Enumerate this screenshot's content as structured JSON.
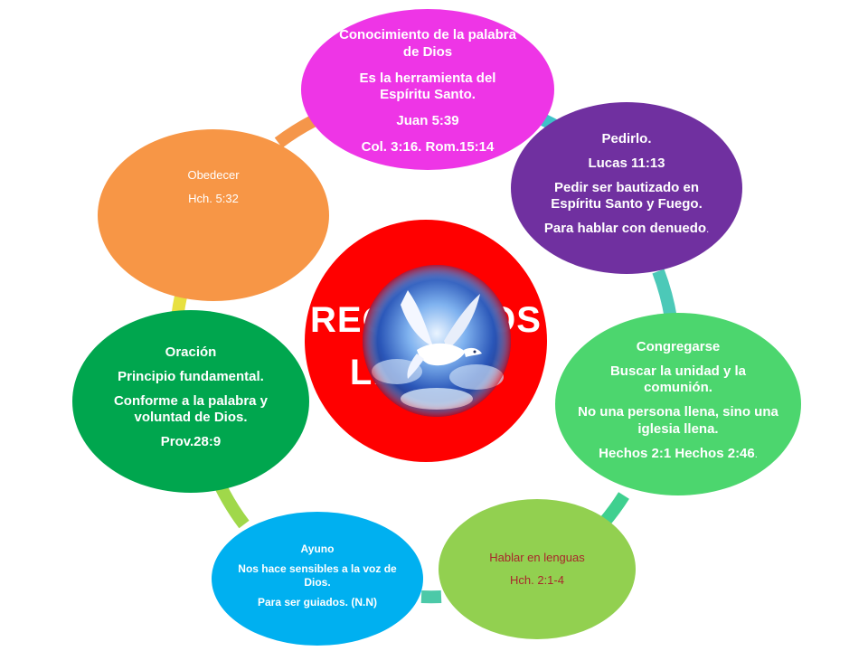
{
  "center": {
    "label_lines": [
      "REQUISITOS",
      "LLENOS"
    ]
  },
  "nodes": {
    "conocimiento": {
      "lines": [
        "Conocimiento de la palabra de Dios",
        "Es la herramienta del Espíritu Santo.",
        "Juan 5:39",
        "Col. 3:16. Rom.15:14"
      ],
      "color": "#ee35e6"
    },
    "pedirlo": {
      "lines": [
        "Pedirlo.",
        "Lucas 11:13",
        "Pedir ser bautizado en Espíritu Santo y Fuego.",
        "Para hablar con denuedo"
      ],
      "suffix": ".",
      "color": "#7030a0"
    },
    "congregarse": {
      "lines": [
        "Congregarse",
        "Buscar la unidad y la comunión.",
        "No una persona llena, sino una iglesia llena.",
        "Hechos 2:1  Hechos 2:46"
      ],
      "suffix": ".",
      "color": "#4cd66e"
    },
    "lenguas": {
      "lines": [
        "Hablar en lenguas",
        "Hch. 2:1-4"
      ],
      "color": "#92d050",
      "text_color": "#a8282c"
    },
    "ayuno": {
      "lines": [
        "Ayuno",
        "Nos hace sensibles a la voz de Dios.",
        "Para ser guiados. (N.N)"
      ],
      "color": "#00b0f0"
    },
    "oracion": {
      "lines": [
        "Oración",
        "Principio fundamental.",
        "Conforme a la palabra y voluntad de Dios.",
        "Prov.28:9"
      ],
      "color": "#00a64e"
    },
    "obedecer": {
      "lines": [
        "Obedecer",
        "Hch. 5:32"
      ],
      "color": "#f79646"
    }
  },
  "center_color": "#ff0000",
  "icons": [
    "dove-image"
  ]
}
